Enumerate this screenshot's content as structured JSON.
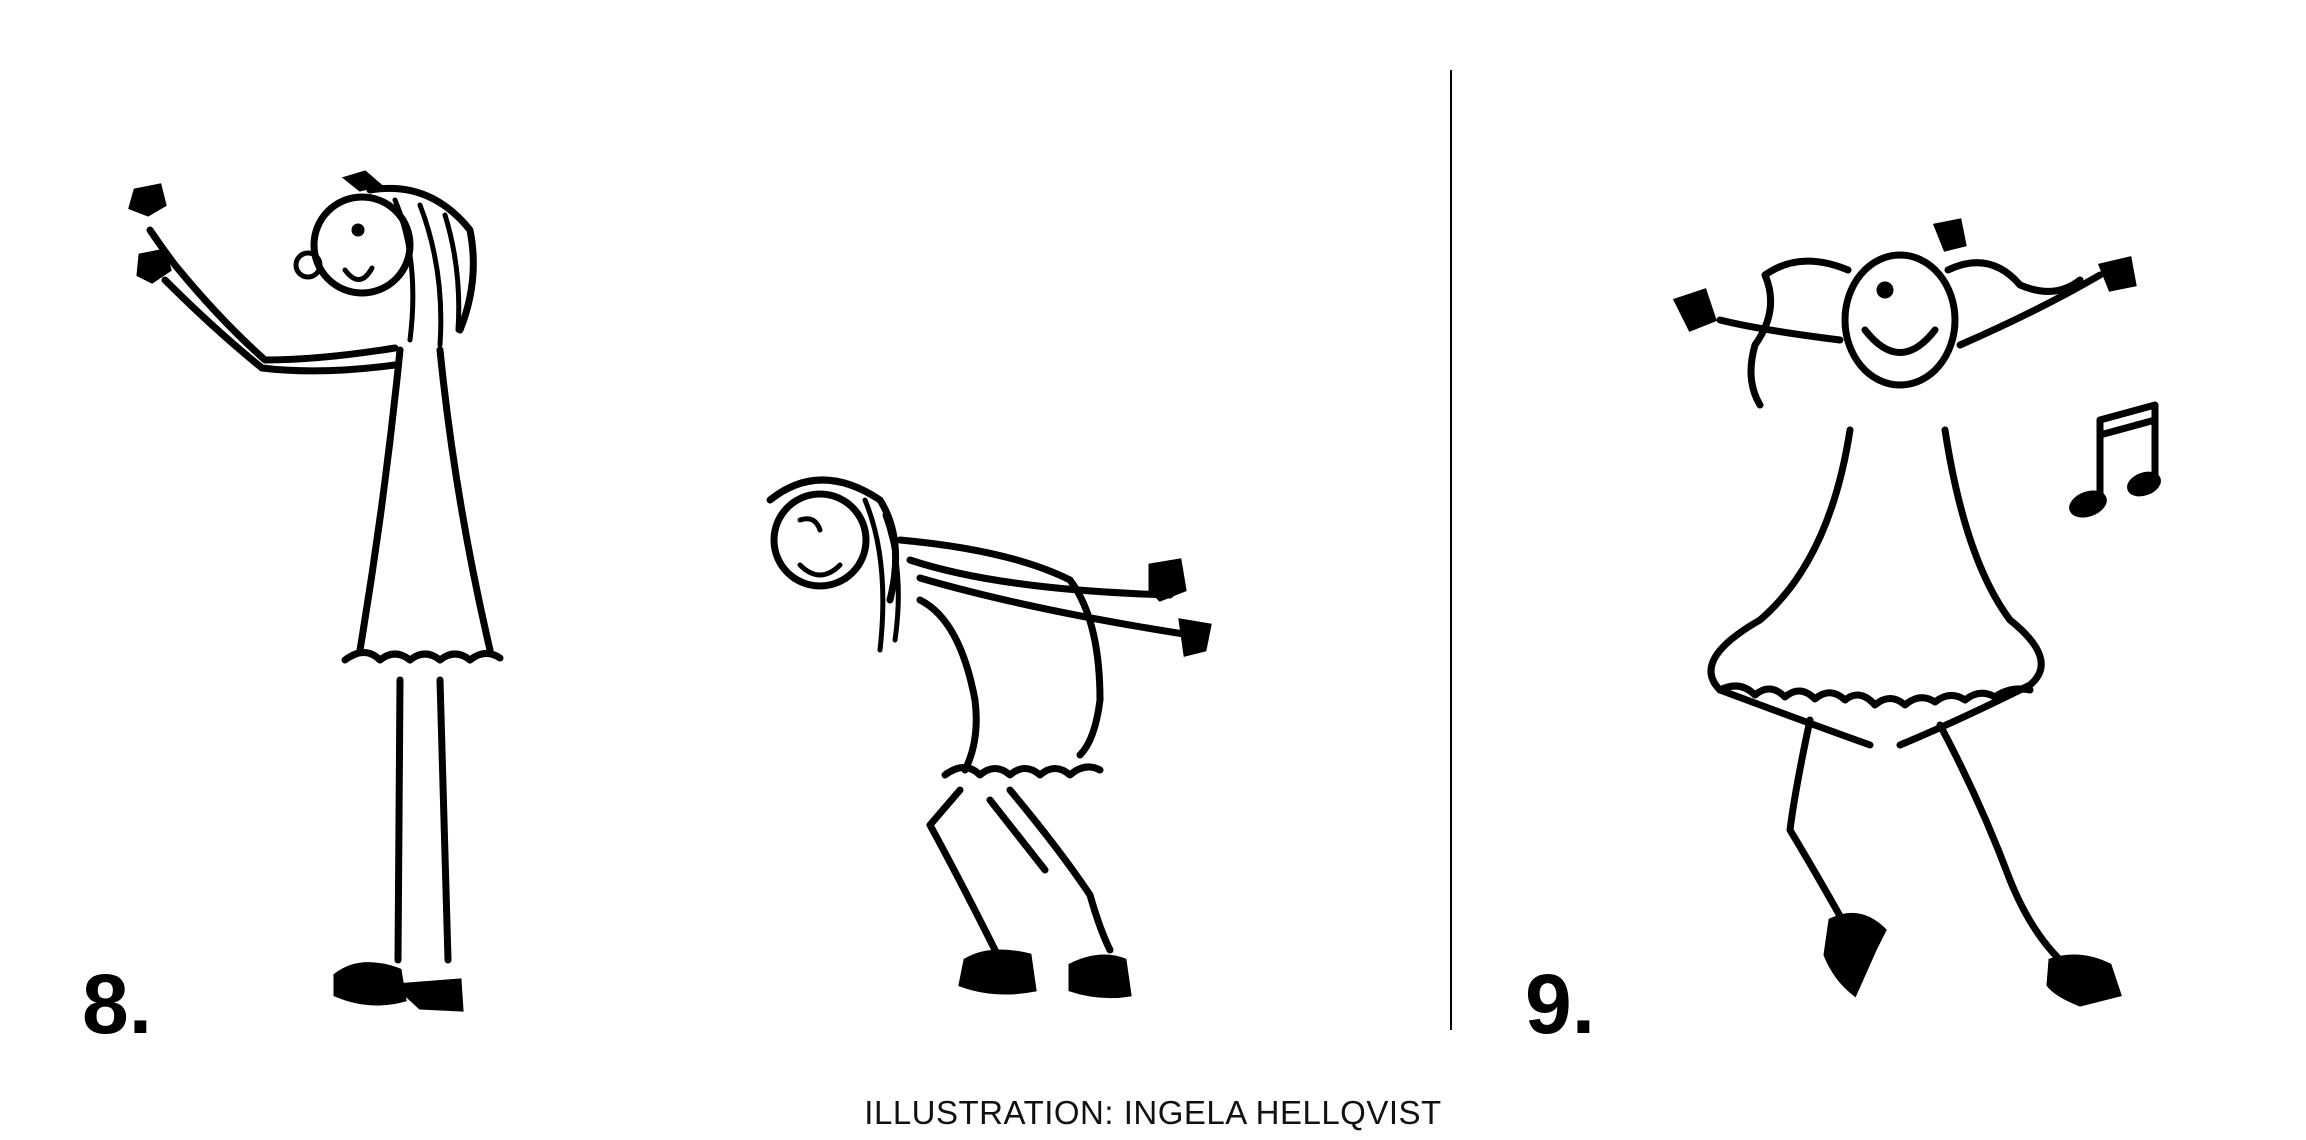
{
  "panels": [
    {
      "number": "8."
    },
    {
      "number": "9."
    }
  ],
  "credit": "ILLUSTRATION: INGELA HELLQVIST",
  "colors": {
    "ink": "#000000",
    "background": "#ffffff"
  },
  "figures": [
    {
      "panel": "8.",
      "pose": "standing-reaching"
    },
    {
      "panel": "8.",
      "pose": "bowing-forward"
    },
    {
      "panel": "9.",
      "pose": "jumping-arms-up"
    }
  ],
  "icons": [
    "music-note-icon"
  ]
}
